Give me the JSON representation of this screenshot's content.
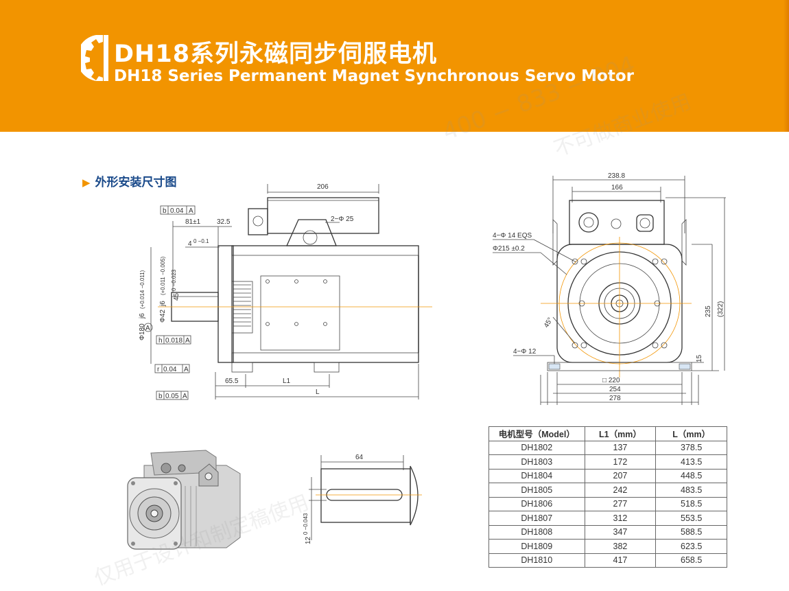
{
  "header": {
    "title_cn": "DH18系列永磁同步伺服电机",
    "title_en": "DH18 Series Permanent Magnet Synchronous Servo Motor"
  },
  "section": {
    "title": "外形安装尺寸图",
    "marker_icon": "triangle-right-icon"
  },
  "colors": {
    "header_orange": "#f29400",
    "section_blue": "#1a4a8a"
  },
  "side_view": {
    "dims": {
      "top_206": "206",
      "flatness": "0.04",
      "datum_a": "A",
      "d81": "81±1",
      "d325": "32.5",
      "hole_2phi25": "2−Φ 25",
      "key_4": "4",
      "key_4_tol": "0 −0.1",
      "key_45": "45",
      "key_45_tol": "0 −0.023",
      "shaft_phi42": "Φ42",
      "shaft_j6": "j6",
      "shaft_tol": "(+0.011 −0.005)",
      "flange_phi180": "Φ180",
      "flange_j6": "j6",
      "flange_tol": "(+0.014 −0.011)",
      "datum_circle": "A",
      "runout_h": "h",
      "runout_h_val": "0.018",
      "runout_r": "r",
      "runout_r_val": "0.04",
      "runout_b": "b",
      "runout_b_val": "0.05",
      "d655": "65.5",
      "l1": "L1",
      "l": "L"
    }
  },
  "front_view": {
    "dims": {
      "w2388": "238.8",
      "w166": "166",
      "holes_4phi14": "4−Φ 14 EQS",
      "pcd_215": "Φ215 ±0.2",
      "angle_45": "45°",
      "h235": "235",
      "h322": "(322)",
      "feet_4phi12": "4−Φ 12",
      "h15": "15",
      "sq220": "□ 220",
      "w254": "254",
      "w278": "278"
    }
  },
  "shaft_detail": {
    "dims": {
      "key_len": "64",
      "key_width": "12",
      "key_width_tol": "0 −0.043"
    }
  },
  "table": {
    "headers": [
      "电机型号（Model）",
      "L1（mm）",
      "L（mm）"
    ],
    "rows": [
      [
        "DH1802",
        "137",
        "378.5"
      ],
      [
        "DH1803",
        "172",
        "413.5"
      ],
      [
        "DH1804",
        "207",
        "448.5"
      ],
      [
        "DH1805",
        "242",
        "483.5"
      ],
      [
        "DH1806",
        "277",
        "518.5"
      ],
      [
        "DH1807",
        "312",
        "553.5"
      ],
      [
        "DH1808",
        "347",
        "588.5"
      ],
      [
        "DH1809",
        "382",
        "623.5"
      ],
      [
        "DH1810",
        "417",
        "658.5"
      ]
    ]
  },
  "watermarks": {
    "phone": "400 − 833 − 004",
    "usage_note": "仅用于设计和制定稿使用",
    "commercial_note": "不可做商业使用"
  }
}
